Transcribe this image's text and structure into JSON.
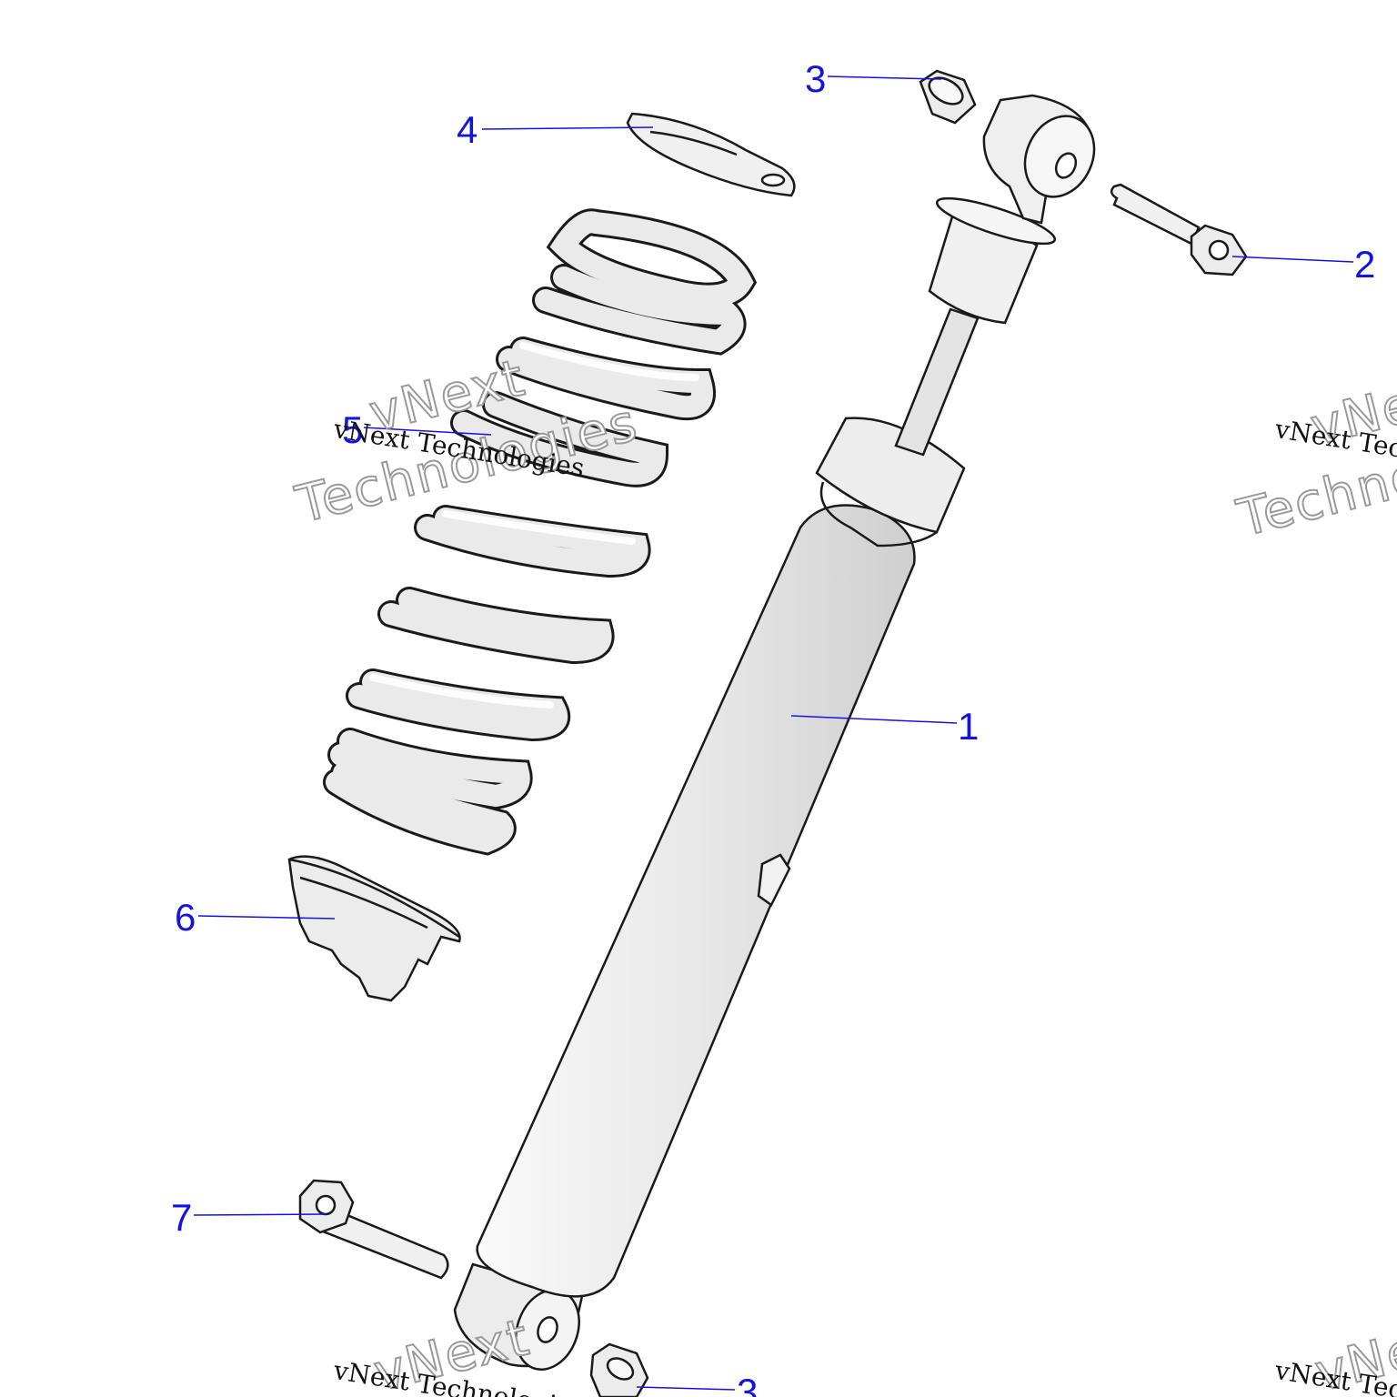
{
  "diagram": {
    "callouts": [
      {
        "id": "1",
        "label": "1"
      },
      {
        "id": "2",
        "label": "2"
      },
      {
        "id": "3",
        "label": "3"
      },
      {
        "id": "3b",
        "label": "3"
      },
      {
        "id": "4",
        "label": "4"
      },
      {
        "id": "5",
        "label": "5"
      },
      {
        "id": "6",
        "label": "6"
      },
      {
        "id": "7",
        "label": "7"
      }
    ],
    "colors": {
      "callout": "#1414e0",
      "part_fill": "#ececec",
      "part_outline": "#1a1a1a",
      "watermark_outline": "#9a9a9a"
    }
  },
  "watermark": {
    "small_text": "vNext Technologies",
    "big_line1": "vNext",
    "big_line2": "Technologies"
  }
}
